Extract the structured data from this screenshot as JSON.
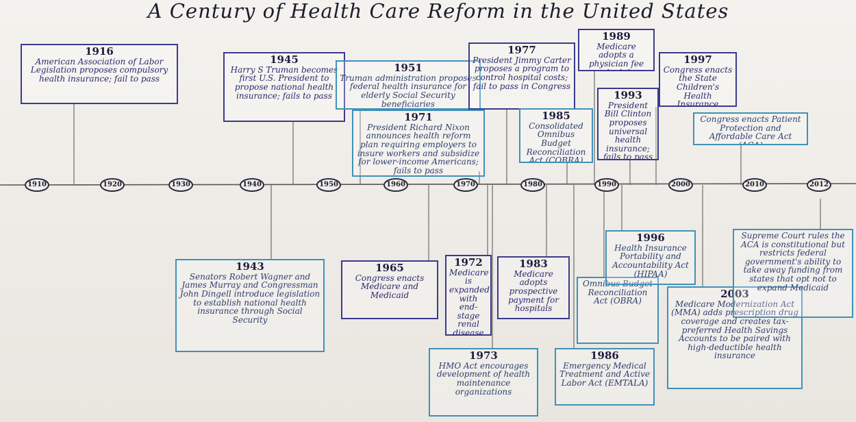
{
  "title": "A Century of Health Care Reform in the United States",
  "ticks": [
    "1910",
    "1920",
    "1930",
    "1940",
    "1950",
    "1960",
    "1970",
    "1980",
    "1990",
    "2000",
    "2010",
    "2012"
  ],
  "events_above": [
    {
      "year": "1916",
      "text": "American Association of Labor Legislation proposes compulsory health insurance; fail to pass"
    },
    {
      "year": "1945",
      "text": "Harry S Truman becomes first U.S. President to propose national health insurance; fails to pass"
    },
    {
      "year": "1951",
      "text": "Truman administration proposes federal health insurance for elderly Social Security beneficiaries"
    },
    {
      "year": "1971",
      "text": "President Richard Nixon announces health reform plan requiring employers to insure workers and subsidize for lower-income Americans; fails to pass"
    },
    {
      "year": "1977",
      "text": "President Jimmy Carter proposes a program to control hospital costs; fail to pass in Congress"
    },
    {
      "year": "1985",
      "text": "Consolidated Omnibus Budget Reconciliation Act (COBRA)"
    },
    {
      "year": "1989",
      "text": "Medicare adopts a physician fee schedule"
    },
    {
      "year": "1993",
      "text": "President Bill Clinton proposes universal health insurance; fails to pass"
    },
    {
      "year": "1997",
      "text": "Congress enacts the State Children's Health Insurance Program (SCHIP)"
    },
    {
      "year": "",
      "text": "Congress enacts Patient Protection and Affordable Care Act (ACA)"
    }
  ],
  "events_below": [
    {
      "year": "1943",
      "text": "Senators Robert Wagner and James Murray and Congressman John Dingell introduce legislation to establish national health insurance through Social Security"
    },
    {
      "year": "1965",
      "text": "Congress enacts Medicare and Medicaid"
    },
    {
      "year": "1972",
      "text": "Medicare is expanded with end-stage renal disease and permanent disability"
    },
    {
      "year": "1973",
      "text": "HMO Act encourages development of health maintenance organizations"
    },
    {
      "year": "1983",
      "text": "Medicare adopts prospective payment for hospitals"
    },
    {
      "year": "1986",
      "text": "Emergency Medical Treatment and Active Labor Act (EMTALA)"
    },
    {
      "year": "",
      "text": "Omnibus Budget Reconciliation Act (OBRA)"
    },
    {
      "year": "1996",
      "text": "Health Insurance Portability and Accountability Act (HIPAA)"
    },
    {
      "year": "2003",
      "text": "Medicare Modernization Act (MMA) adds prescription drug coverage and creates tax-preferred Health Savings Accounts to be paired with high-deductible health insurance"
    },
    {
      "year": "",
      "text": "Supreme Court rules the ACA is constitutional but restricts federal government's ability to take away funding from states that opt not to expand Medicaid"
    }
  ]
}
